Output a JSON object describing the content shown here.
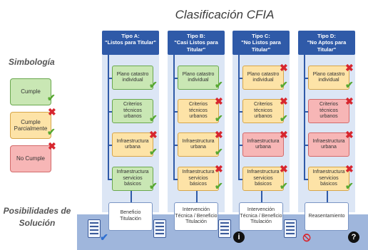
{
  "title": "Clasificación CFIA",
  "legend": {
    "title": "Simbología",
    "items": [
      {
        "label": "Cumple",
        "color": "#c9e7b4",
        "mark": "check"
      },
      {
        "label": "Cumple Parcialmente",
        "color": "#fde3a7",
        "mark": "x-and-check"
      },
      {
        "label": "No Cumple",
        "color": "#f7b6b6",
        "mark": "x"
      }
    ]
  },
  "solutions_title": "Posibilidades de Solución",
  "columns": [
    {
      "header": "Tipo A:\n\"Listos para Titular\"",
      "rows": [
        {
          "label": "Plano catastro individual",
          "status": "green"
        },
        {
          "label": "Criterios técnicos urbanos",
          "status": "green"
        },
        {
          "label": "Infraestructura urbana",
          "status": "yellow"
        },
        {
          "label": "Infraestructura servicios básicos",
          "status": "green"
        }
      ],
      "solution": "Beneficio Titulación",
      "bottom_icon": "check-icon"
    },
    {
      "header": "Tipo B:\n\"Casi Listos para Titular\"",
      "rows": [
        {
          "label": "Plano catastro individual",
          "status": "green"
        },
        {
          "label": "Criterios técnicos urbanos",
          "status": "yellow"
        },
        {
          "label": "Infraestructura urbana",
          "status": "yellow"
        },
        {
          "label": "Infraestructura servicios básicos",
          "status": "yellow"
        }
      ],
      "solution": "Intervención Técnica / Beneficio Titulación",
      "bottom_icon": "none"
    },
    {
      "header": "Tipo C:\n\"No Listos para Titular\"",
      "rows": [
        {
          "label": "Plano catastro individual",
          "status": "yellow"
        },
        {
          "label": "Criterios técnicos urbanos",
          "status": "yellow"
        },
        {
          "label": "Infraestructura urbana",
          "status": "red"
        },
        {
          "label": "Infraestructura servicios básicos",
          "status": "yellow"
        }
      ],
      "solution": "Intervención Técnica / Beneficio Titulación",
      "bottom_icon": "info-icon"
    },
    {
      "header": "Tipo D:\n\"No Aptos para Titular\"",
      "rows": [
        {
          "label": "Plano catastro individual",
          "status": "yellow"
        },
        {
          "label": "Criterios técnicos urbanos",
          "status": "red"
        },
        {
          "label": "Infraestructura urbana",
          "status": "red"
        },
        {
          "label": "Infraestructura servicios básicos",
          "status": "yellow"
        }
      ],
      "solution": "Reasentamiento",
      "bottom_icon": "prohibited-icon-and-question-icon"
    }
  ]
}
